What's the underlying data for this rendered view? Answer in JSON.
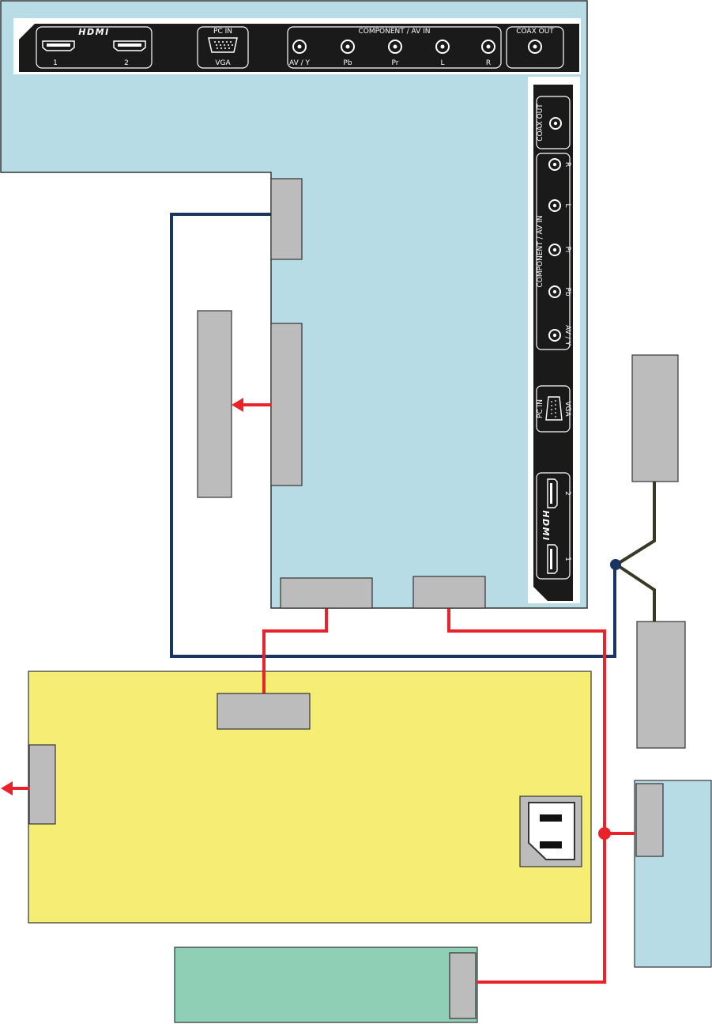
{
  "connector_panel": {
    "hdmi_title": "HDMI",
    "hdmi_ports": [
      "1",
      "2"
    ],
    "pc_in_title": "PC IN",
    "vga_label": "VGA",
    "component_title": "COMPONENT / AV IN",
    "component_jacks": [
      "AV / Y",
      "Pb",
      "Pr",
      "L",
      "R"
    ],
    "coax_title": "COAX OUT"
  },
  "colors": {
    "tv_panel": "#b7dce5",
    "power_board": "#f6ee74",
    "bottom_board": "#8ecfb5",
    "side_board": "#b7dce5",
    "connector_block": "#bcbcbc",
    "red_cable": "#e8232b",
    "blue_cable": "#1a3563",
    "olive_cable": "#3a3a24",
    "connector_strip": "#1a1a1a"
  }
}
